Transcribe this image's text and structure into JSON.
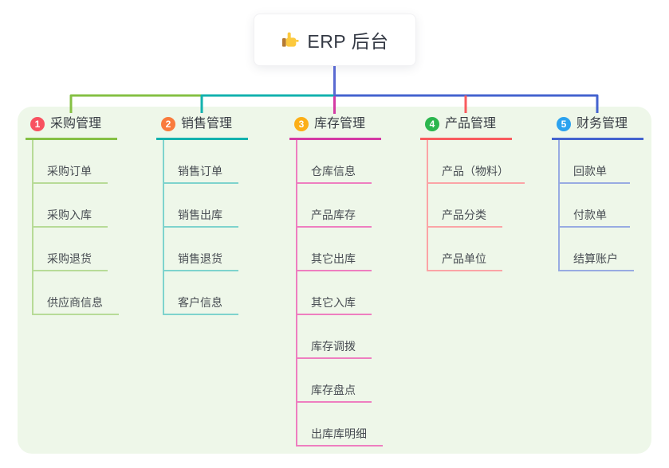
{
  "root": {
    "label": "ERP 后台",
    "icon": "thumbs-up-icon"
  },
  "branches": [
    {
      "index": "1",
      "title": "采购管理",
      "badge_color": "#f85160",
      "line_color": "#85c044",
      "light_color": "#b7db97",
      "children": [
        "采购订单",
        "采购入库",
        "采购退货",
        "供应商信息"
      ]
    },
    {
      "index": "2",
      "title": "销售管理",
      "badge_color": "#f97b3d",
      "line_color": "#13b2ae",
      "light_color": "#7ed3cd",
      "children": [
        "销售订单",
        "销售出库",
        "销售退货",
        "客户信息"
      ]
    },
    {
      "index": "3",
      "title": "库存管理",
      "badge_color": "#fcaf17",
      "line_color": "#d43aa4",
      "light_color": "#ee7ec0",
      "children": [
        "仓库信息",
        "产品库存",
        "其它出库",
        "其它入库",
        "库存调拨",
        "库存盘点",
        "出库库明细"
      ]
    },
    {
      "index": "4",
      "title": "产品管理",
      "badge_color": "#2bb64e",
      "line_color": "#f85b5e",
      "light_color": "#fba4a6",
      "children": [
        "产品（物料）",
        "产品分类",
        "产品单位"
      ]
    },
    {
      "index": "5",
      "title": "财务管理",
      "badge_color": "#2ba2ef",
      "line_color": "#4463cf",
      "light_color": "#98abe2",
      "children": [
        "回款单",
        "付款单",
        "结算账户"
      ]
    }
  ],
  "colors": {
    "trunk": "#5a6ad2",
    "panel_bg": "#eef7e9",
    "text": "#383d44"
  }
}
